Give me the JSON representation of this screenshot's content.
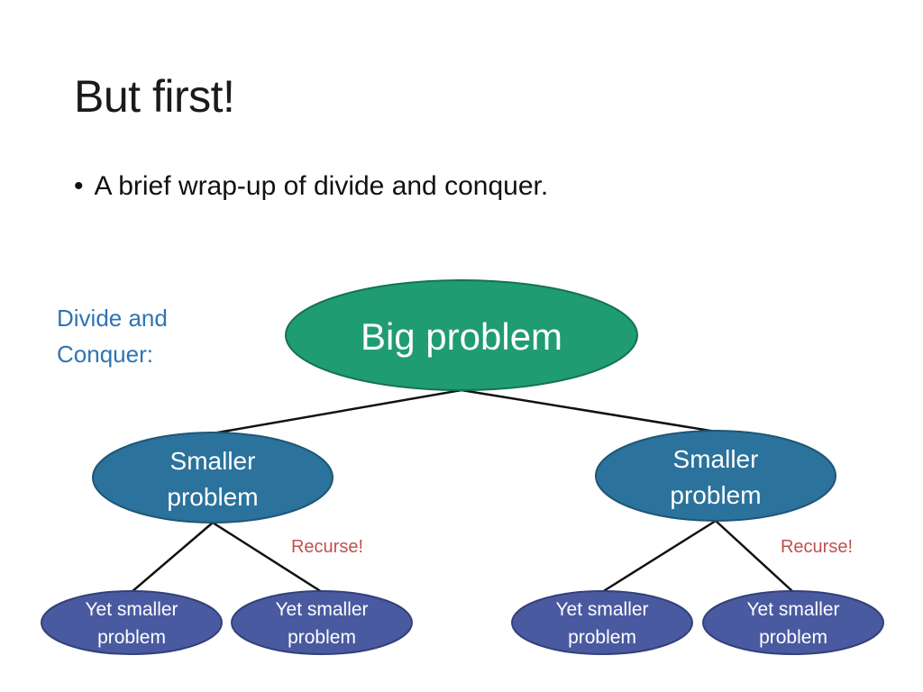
{
  "slide": {
    "title": "But first!",
    "bullet": "A brief wrap-up of divide and conquer."
  },
  "side_label": {
    "line1": "Divide and",
    "line2": "Conquer:"
  },
  "diagram": {
    "root": {
      "label": "Big problem",
      "color": "#1f9c72"
    },
    "level1": {
      "color": "#2b729c",
      "nodes": [
        {
          "line1": "Smaller",
          "line2": "problem"
        },
        {
          "line1": "Smaller",
          "line2": "problem"
        }
      ]
    },
    "recurse_label": "Recurse!",
    "recurse_color": "#c0504d",
    "level2": {
      "color": "#4a5aa0",
      "nodes": [
        {
          "line1": "Yet smaller",
          "line2": "problem"
        },
        {
          "line1": "Yet smaller",
          "line2": "problem"
        },
        {
          "line1": "Yet smaller",
          "line2": "problem"
        },
        {
          "line1": "Yet smaller",
          "line2": "problem"
        }
      ]
    }
  }
}
